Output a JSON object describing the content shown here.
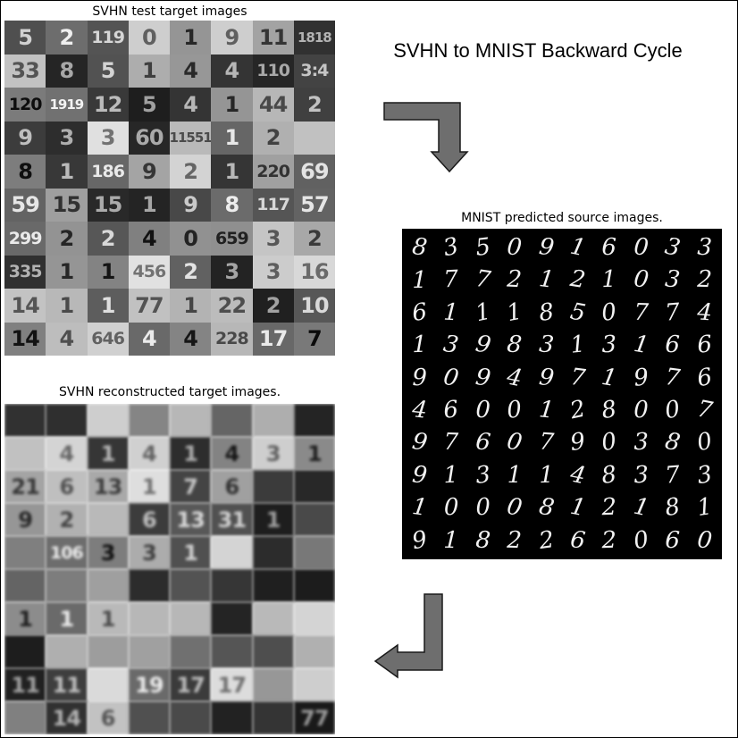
{
  "title": "SVHN to MNIST Backward Cycle",
  "panels": {
    "svhn_test": {
      "label": "SVHN test target images",
      "tiles": [
        "5",
        "2",
        "119",
        "0",
        "1",
        "9",
        "11",
        "1818",
        "33",
        "8",
        "5",
        "1",
        "4",
        "4",
        "110",
        "3:4",
        "120",
        "1919",
        "12",
        "5",
        "4",
        "1",
        "44",
        "2",
        "9",
        "3",
        "3",
        "60",
        "11551",
        "1",
        "2",
        "",
        "8",
        "1",
        "186",
        "9",
        "2",
        "1",
        "220",
        "69",
        "59",
        "15",
        "15",
        "1",
        "9",
        "8",
        "117",
        "57",
        "299",
        "2",
        "2",
        "4",
        "0",
        "659",
        "3",
        "2",
        "335",
        "1",
        "1",
        "456",
        "2",
        "3",
        "3",
        "16",
        "14",
        "1",
        "1",
        "77",
        "1",
        "22",
        "2",
        "10",
        "14",
        "4",
        "646",
        "4",
        "4",
        "228",
        "17",
        "7"
      ]
    },
    "mnist_pred": {
      "label": "MNIST predicted source images.",
      "digits": [
        "8",
        "3",
        "5",
        "0",
        "9",
        "1",
        "6",
        "0",
        "3",
        "3",
        "1",
        "7",
        "7",
        "2",
        "1",
        "2",
        "1",
        "0",
        "3",
        "2",
        "6",
        "1",
        "1",
        "1",
        "8",
        "5",
        "0",
        "7",
        "7",
        "4",
        "1",
        "3",
        "9",
        "8",
        "3",
        "1",
        "3",
        "1",
        "6",
        "6",
        "9",
        "0",
        "9",
        "4",
        "9",
        "7",
        "1",
        "9",
        "7",
        "6",
        "4",
        "6",
        "0",
        "0",
        "1",
        "2",
        "8",
        "0",
        "0",
        "7",
        "9",
        "7",
        "6",
        "0",
        "7",
        "9",
        "0",
        "3",
        "8",
        "0",
        "9",
        "1",
        "3",
        "1",
        "1",
        "4",
        "8",
        "3",
        "7",
        "3",
        "1",
        "0",
        "0",
        "0",
        "8",
        "1",
        "2",
        "1",
        "8",
        "1",
        "9",
        "1",
        "8",
        "2",
        "2",
        "6",
        "2",
        "0",
        "6",
        "0"
      ]
    },
    "svhn_recon": {
      "label": "SVHN reconstructed target images.",
      "tiles": [
        "",
        "",
        "",
        "",
        "",
        "",
        "",
        "",
        "",
        "4",
        "1",
        "4",
        "1",
        "4",
        "3",
        "1",
        "21",
        "6",
        "13",
        "1",
        "7",
        "6",
        "",
        "",
        "9",
        "2",
        "",
        "6",
        "13",
        "31",
        "1",
        "",
        "",
        "106",
        "3",
        "3",
        "1",
        "",
        "",
        "",
        "",
        "",
        "",
        "",
        "",
        "",
        "",
        "",
        "1",
        "1",
        "1",
        "",
        "",
        "",
        "",
        "",
        "",
        "",
        "",
        "",
        "",
        "",
        "",
        "",
        "11",
        "11",
        "",
        "19",
        "17",
        "17",
        "",
        "",
        "",
        "14",
        "6",
        "",
        "",
        "",
        "",
        "77"
      ]
    }
  },
  "arrows": [
    {
      "name": "arrow-down-right",
      "color": "#6e6e6e"
    },
    {
      "name": "arrow-left-bottom",
      "color": "#6e6e6e"
    }
  ]
}
